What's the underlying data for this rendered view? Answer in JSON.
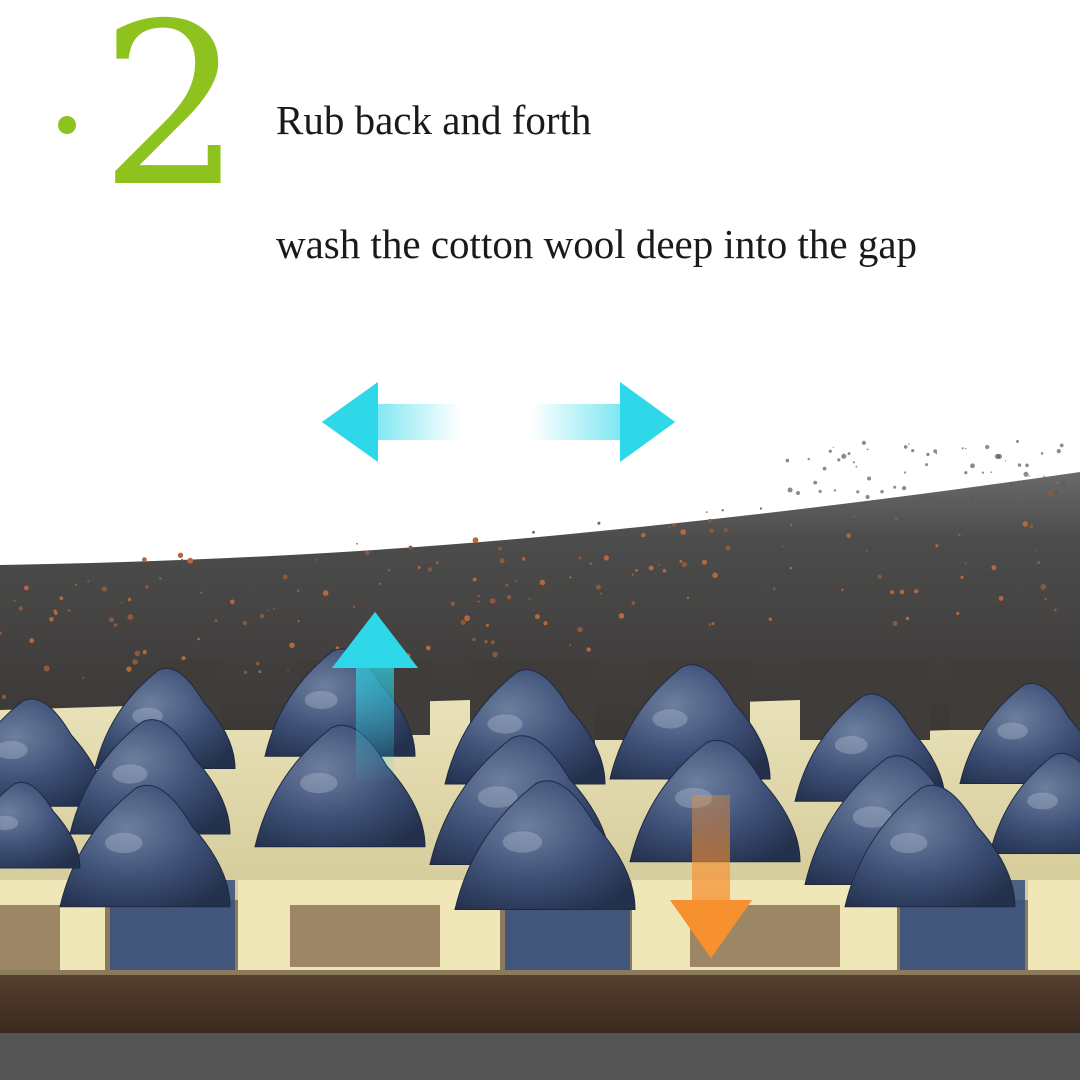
{
  "step": {
    "number": "2"
  },
  "captions": {
    "line1": "Rub back and forth",
    "line2": "wash the cotton wool deep into the gap"
  },
  "colors": {
    "step_green": "#8dc21f",
    "arrow_cyan": "#2ed8e8",
    "arrow_orange": "#f7902f",
    "upper_pad": "#4a4a4a",
    "base_yellow": "#efe7b8",
    "nub_blue": "#3b4f74",
    "soil": "#4b3527"
  },
  "icons": {
    "horizontal_arrows": "double-arrow-left-right-icon",
    "up_arrow": "arrow-up-icon",
    "down_arrow": "arrow-down-icon"
  }
}
